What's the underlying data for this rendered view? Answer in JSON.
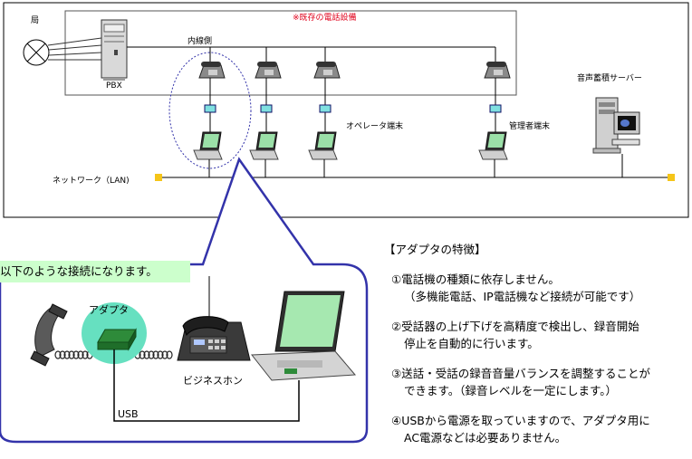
{
  "diagram": {
    "existing_label": "※既存の電話設備",
    "office_label": "局",
    "pbx_label": "PBX",
    "extension_label": "内線側",
    "operator_label": "オペレータ端末",
    "manager_label": "管理者端末",
    "server_label": "音声蓄積サーバー",
    "network_label": "ネットワーク（LAN)",
    "callout": "以下のような接続になります。",
    "adapter_label": "アダプタ",
    "phone_label": "ビジネスホン",
    "usb_label": "USB"
  },
  "features": {
    "title": "【アダプタの特徴】",
    "items": [
      {
        "line1": "①電話機の種類に依存しません。",
        "line2": "（多機能電話、IP電話機など接続が可能です）"
      },
      {
        "line1": "②受話器の上げ下げを高精度で検出し、録音開始",
        "line2": "停止を自動的に行います。"
      },
      {
        "line1": "③送話・受話の録音音量バランスを調整することが",
        "line2": "できます。（録音レベルを一定にします。）"
      },
      {
        "line1": "④USBから電源を取っていますので、アダプタ用に",
        "line2": "AC電源などは必要ありません。"
      }
    ]
  },
  "colors": {
    "callout_bg": "#ccffcc",
    "adapter_bg": "#66e0c0",
    "lan_node": "#f5c518",
    "zoom_outline": "#3333aa",
    "annotation_red": "#e0001b"
  }
}
